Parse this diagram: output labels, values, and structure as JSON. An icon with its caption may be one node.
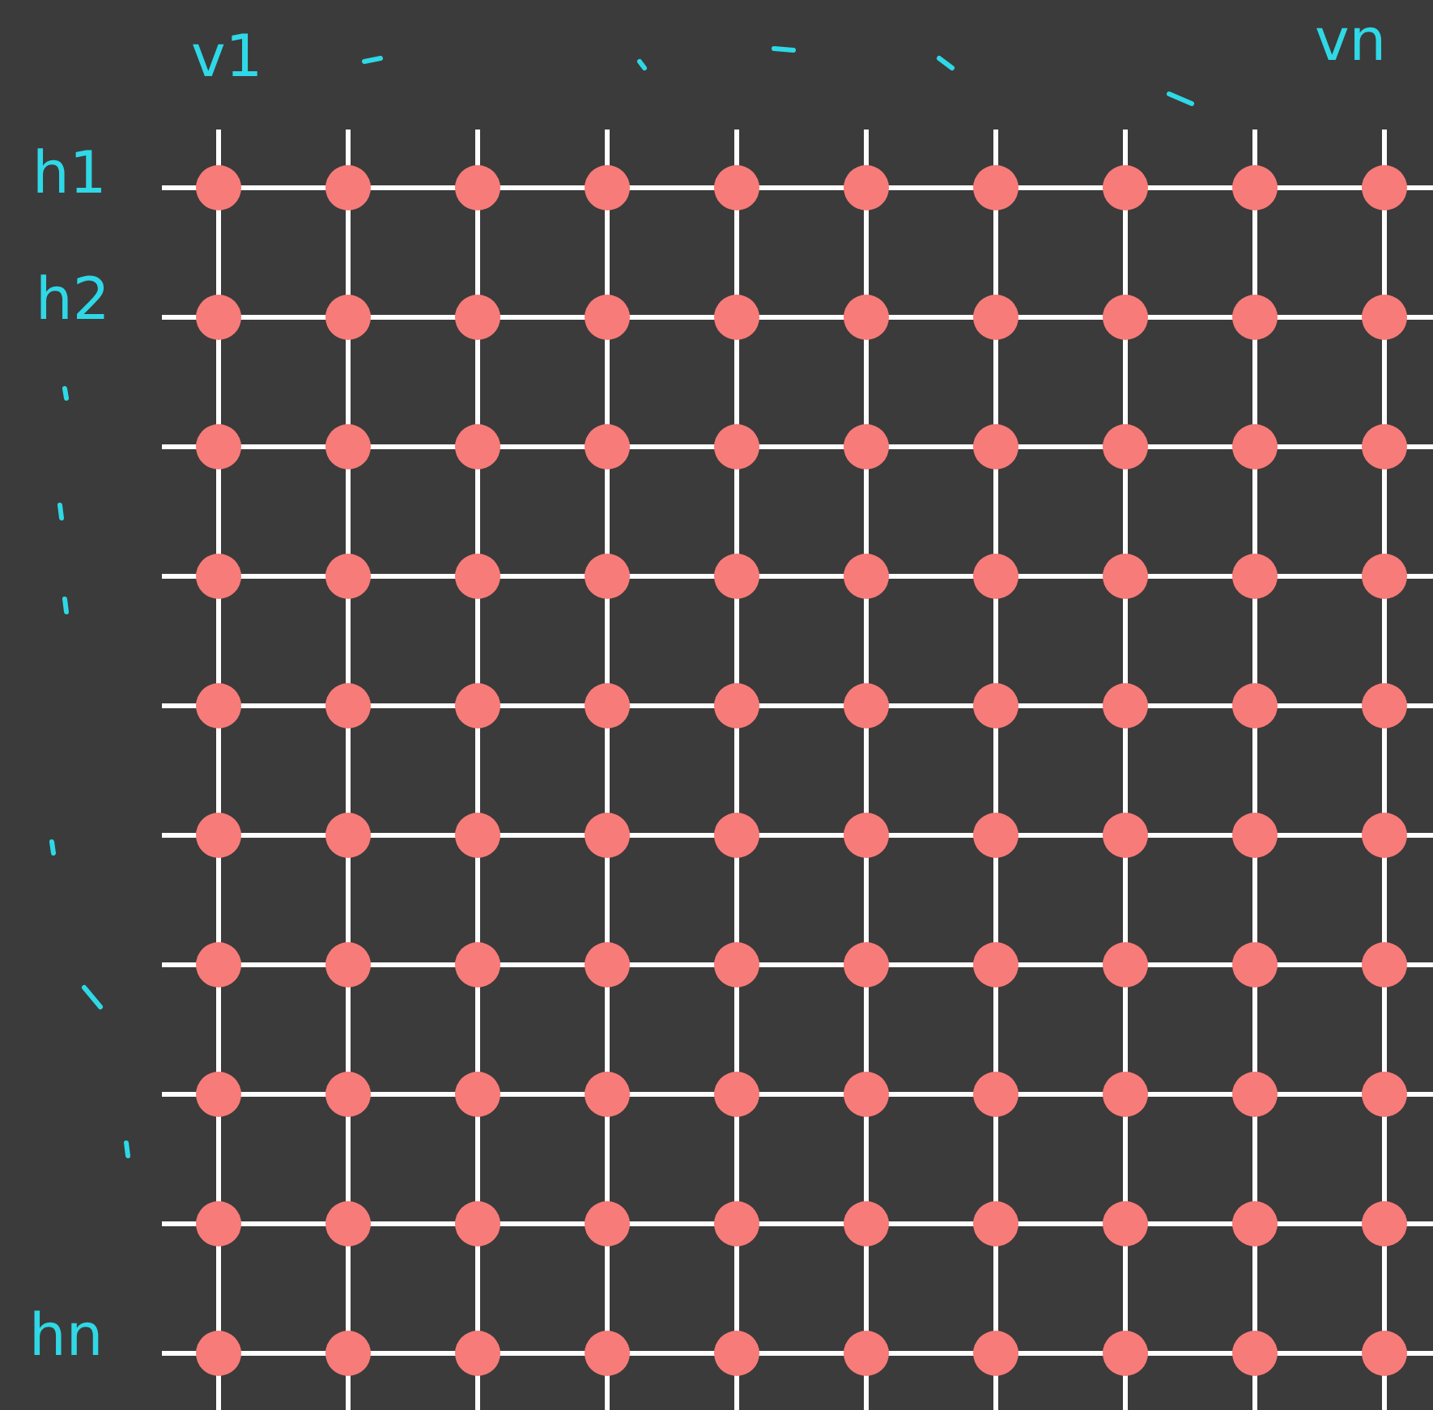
{
  "diagram": {
    "labels": [
      "v1",
      "vn",
      "h1",
      "h2",
      "hn"
    ]
  }
}
